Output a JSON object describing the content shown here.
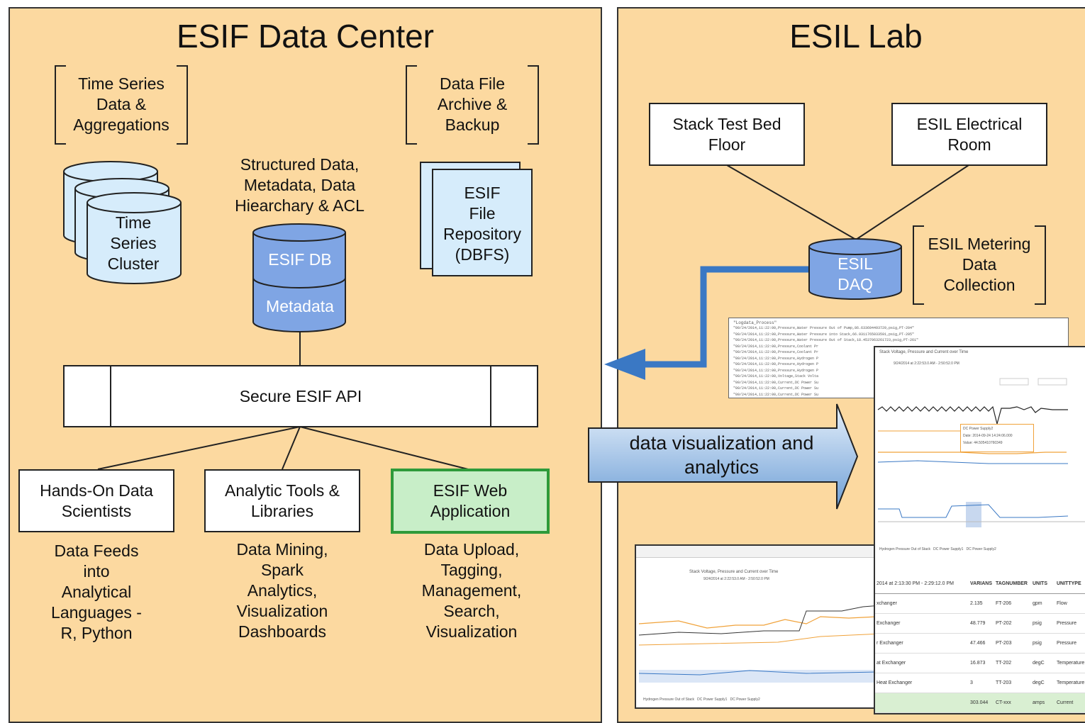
{
  "data_center": {
    "title": "ESIF Data Center",
    "time_series_bracket": "Time Series\nData &\nAggregations",
    "file_archive_bracket": "Data File\nArchive &\nBackup",
    "time_series_cluster": "Time\nSeries\nCluster",
    "structured_data_label": "Structured Data,\nMetadata, Data\nHiearchary & ACL",
    "esif_db": "ESIF DB",
    "metadata": "Metadata",
    "file_repository": "ESIF\nFile\nRepository\n(DBFS)",
    "api": "Secure ESIF API",
    "consumers": [
      {
        "label": "Hands-On Data\nScientists",
        "desc": "Data Feeds\ninto\nAnalytical\nLanguages -\nR, Python"
      },
      {
        "label": "Analytic Tools &\nLibraries",
        "desc": "Data Mining,\nSpark\nAnalytics,\nVisualization\nDashboards"
      },
      {
        "label": "ESIF Web\nApplication",
        "desc": "Data Upload,\nTagging,\nManagement,\nSearch,\nVisualization"
      }
    ]
  },
  "lab": {
    "title": "ESIL Lab",
    "stack_test": "Stack Test Bed\nFloor",
    "electrical_room": "ESIL Electrical\nRoom",
    "daq": "ESIL\nDAQ",
    "metering": "ESIL Metering\nData\nCollection",
    "arrow_label": "data visualization and\nanalytics"
  },
  "colors": {
    "panel_bg": "#fcd9a0",
    "light_blue": "#d6ecfb",
    "db_blue": "#7fa5e4",
    "web_app_fill": "#c8eec8",
    "web_app_border": "#2e9a3a",
    "flow_arrow": "#3a78c4"
  },
  "screenshot_text": {
    "chart_title": "Stack Voltage, Pressure and Current over Time",
    "chart_sub": "9/24/2014 at 2:22:53.0 AM - 2:50:52.0 PM",
    "tooltip_lines": [
      "DC Power Supply2",
      "Date: 2014-09-24 14:24:06.000",
      "Value: 44.505410760349"
    ],
    "legend": [
      "Hydrogen Pressure Out of Stack",
      "DC Power Supply1",
      "DC Power Supply2"
    ],
    "table_header": [
      "2014 at 2:13:30 PM - 2:29:12.0 PM",
      "VARIANS",
      "TAGNUMBER",
      "UNITS",
      "UNITTYPE"
    ],
    "table_rows": [
      [
        "xchanger",
        "2.135",
        "FT-206",
        "gpm",
        "Flow"
      ],
      [
        "Exchanger",
        "48.779",
        "PT-202",
        "psig",
        "Pressure"
      ],
      [
        "r Exchanger",
        "47.466",
        "PT-203",
        "psig",
        "Pressure"
      ],
      [
        "at Exchanger",
        "16.873",
        "TT-202",
        "degC",
        "Temperature"
      ],
      [
        "Heat Exchanger",
        "3",
        "TT-203",
        "degC",
        "Temperature"
      ],
      [
        "",
        "303.044",
        "CT-xxx",
        "amps",
        "Current"
      ]
    ],
    "log_header": "\"Logdata_Process\"",
    "log_lines": [
      "\"09/24/2014,11:22:00,Pressure,Water Pressure Out of Pump,86.633694493729,psig,PT-204\"",
      "\"09/24/2014,11:22:00,Pressure,Water Pressure into Stack,66.9311765033591,psig,PT-205\"",
      "\"09/24/2014,11:22:00,Pressure,Water Pressure Out of Stack,18.4537063261723,psig,PT-261\"",
      "\"09/24/2014,11:22:00,Pressure,Coolant Pr",
      "\"09/24/2014,11:22:00,Pressure,Coolant Pr",
      "\"09/24/2014,11:22:00,Pressure,Hydrogen P",
      "\"09/24/2014,11:22:00,Pressure,Hydrogen P",
      "\"09/24/2014,11:22:00,Pressure,Hydrogen P",
      "\"09/24/2014,11:22:00,Voltage,Stack Volta",
      "\"09/24/2014,11:22:00,Current,DC Power Su",
      "\"09/24/2014,11:22:00,Current,DC Power Su",
      "\"09/24/2014,11:22:00,Current,DC Power Su"
    ]
  }
}
